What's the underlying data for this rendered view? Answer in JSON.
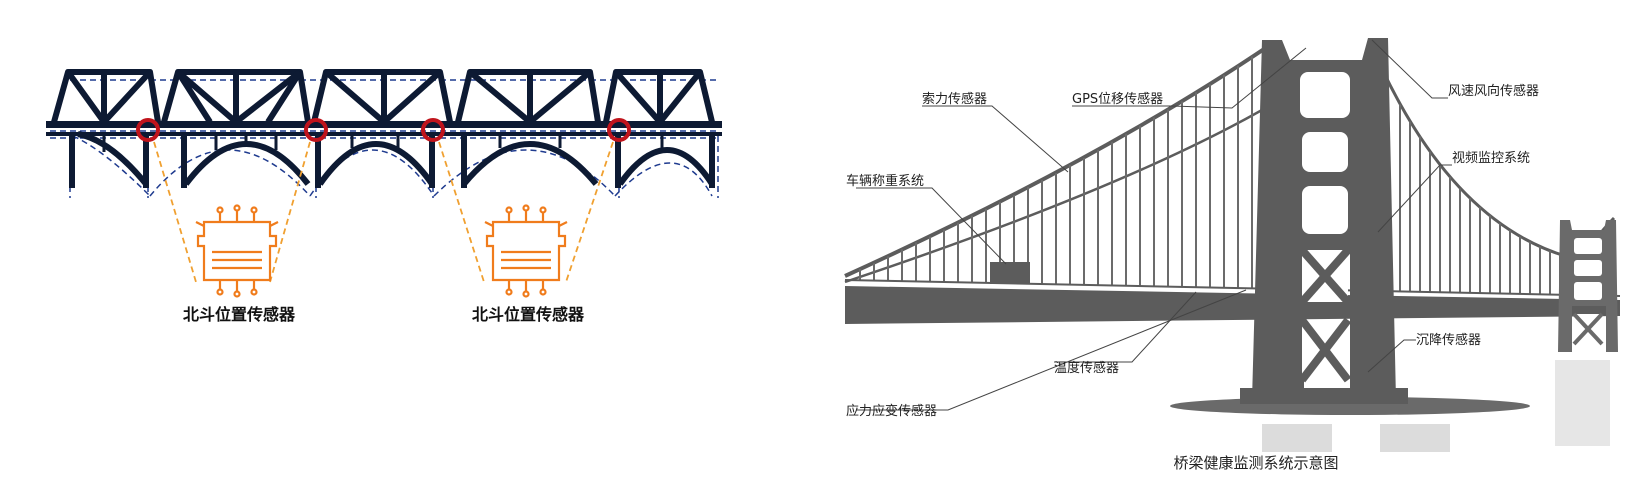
{
  "left_panel": {
    "sensor_labels": [
      "北斗位置传感器",
      "北斗位置传感器"
    ]
  },
  "right_panel": {
    "labels": {
      "cable_force": "索力传感器",
      "gps_disp": "GPS位移传感器",
      "wind": "风速风向传感器",
      "vehicle_weigh": "车辆称重系统",
      "video": "视频监控系统",
      "temperature": "温度传感器",
      "settlement": "沉降传感器",
      "stress_strain": "应力应变传感器"
    },
    "caption": "桥梁健康监测系统示意图"
  },
  "colors": {
    "truss": "#0d1a33",
    "dashed": "#1f3b8f",
    "marker": "#c0141c",
    "sensor": "#f07c1c",
    "bridge": "#5c5c5c",
    "shadow": "#d9d9d9"
  }
}
